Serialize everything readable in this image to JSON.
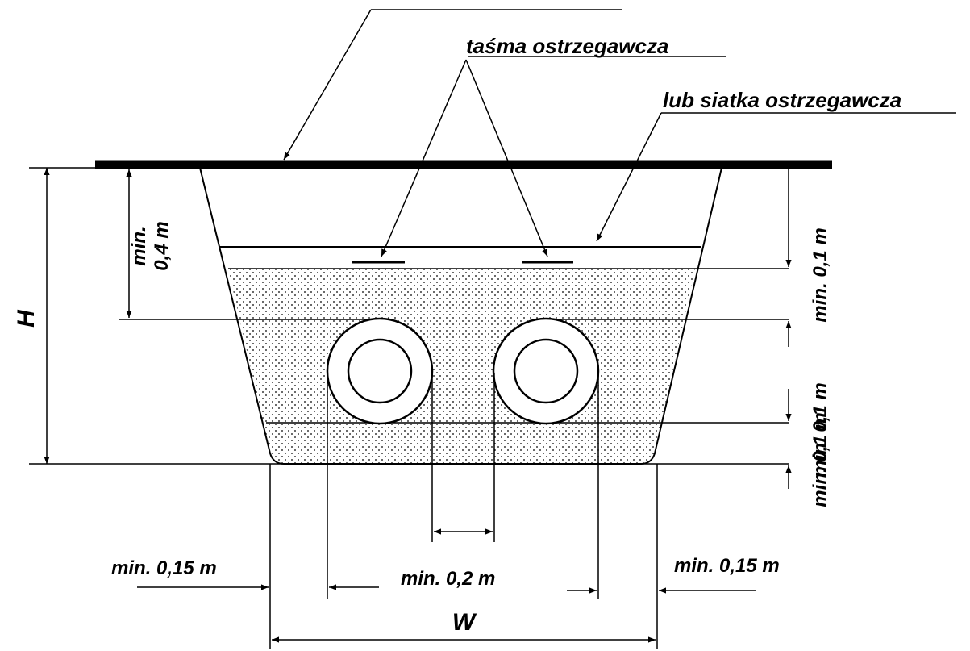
{
  "labels": {
    "tape": "taśma ostrzegawcza",
    "mesh": "lub siatka ostrzegawcza",
    "depth_top": "min. 0,4 m",
    "depth_top_line1": "min.",
    "depth_top_line2": "0,4 m",
    "h": "H",
    "w": "W",
    "tape_clearance": "min. 0,1 m",
    "bedding_top": "min. 0,1 m",
    "bedding_bottom": "min. 0,1 m",
    "side_left": "min. 0,15 m",
    "spacing": "min. 0,2 m",
    "side_right": "min. 0,15 m"
  }
}
